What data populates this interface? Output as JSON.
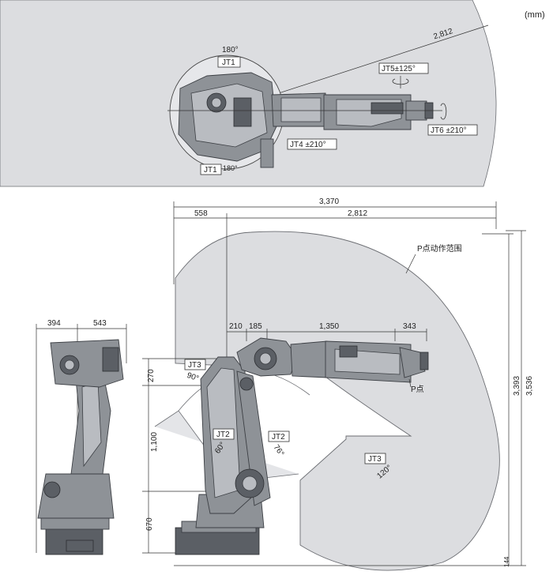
{
  "units": "(mm)",
  "top_view": {
    "reach_dim": "2,812",
    "jt1_top_angle": "180°",
    "jt1_top": "JT1",
    "jt1_bottom": "JT1",
    "jt1_bottom_angle": "180°",
    "jt4": "JT4 ±210°",
    "jt5": "JT5±125°",
    "jt6": "JT6 ±210°"
  },
  "side_view": {
    "total_width": "3,370",
    "rear_reach": "558",
    "front_reach": "2,812",
    "p_range_label": "P点动作范围",
    "p_point": "P点",
    "arm_210": "210",
    "arm_185": "185",
    "arm_1350": "1,350",
    "arm_343": "343",
    "height_270": "270",
    "height_1100": "1,100",
    "height_670": "670",
    "height_3393": "3,393",
    "height_3536": "3,536",
    "base_144": "144",
    "jt3_upper": "JT3",
    "jt3_upper_angle": "90°",
    "jt2_left": "JT2",
    "jt2_left_angle": "60°",
    "jt2_right": "JT2",
    "jt2_right_angle": "76°",
    "jt3_lower": "JT3",
    "jt3_lower_angle": "120°"
  },
  "front_view": {
    "left_width": "394",
    "right_width": "543"
  },
  "colors": {
    "envelope": "#dcdde0",
    "envelope_stroke": "#6b6d72",
    "robot": "#8e9297"
  }
}
